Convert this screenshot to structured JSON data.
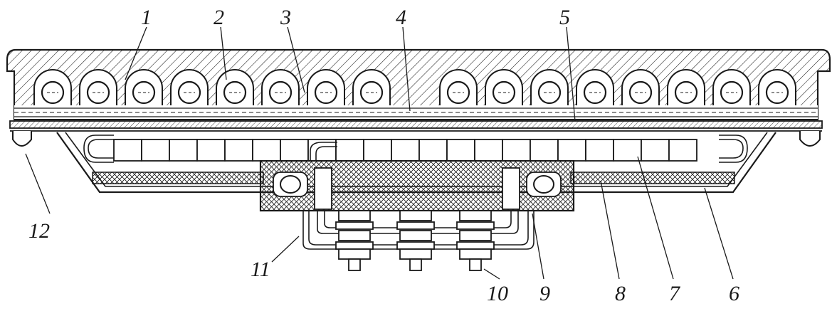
{
  "figure": {
    "callouts": [
      {
        "id": "1",
        "label": "1"
      },
      {
        "id": "2",
        "label": "2"
      },
      {
        "id": "3",
        "label": "3"
      },
      {
        "id": "4",
        "label": "4"
      },
      {
        "id": "5",
        "label": "5"
      },
      {
        "id": "6",
        "label": "6"
      },
      {
        "id": "7",
        "label": "7"
      },
      {
        "id": "8",
        "label": "8"
      },
      {
        "id": "9",
        "label": "9"
      },
      {
        "id": "10",
        "label": "10"
      },
      {
        "id": "11",
        "label": "11"
      },
      {
        "id": "12",
        "label": "12"
      }
    ]
  },
  "colors": {
    "ink": "#1a1a1a",
    "paper": "#ffffff"
  }
}
